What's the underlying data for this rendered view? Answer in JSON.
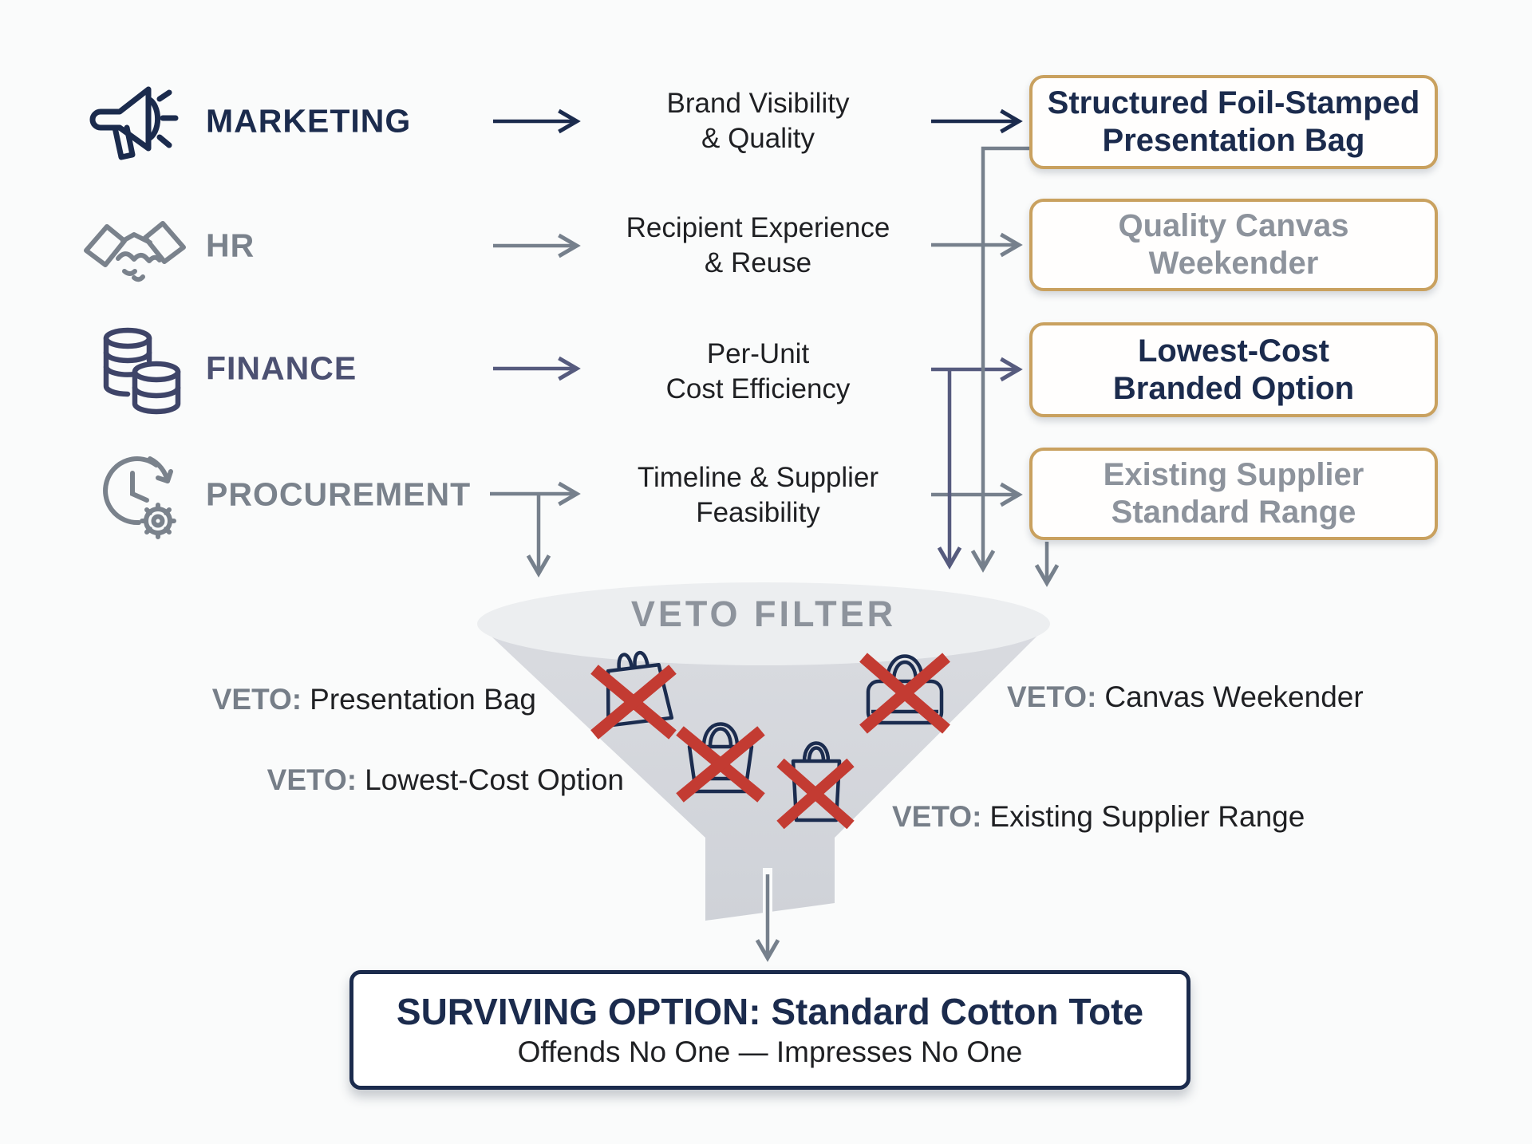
{
  "departments": {
    "0": {
      "name": "MARKETING",
      "icon": "megaphone-icon",
      "priority_line1": "Brand Visibility",
      "priority_line2": "& Quality",
      "option_line1": "Structured Foil-Stamped",
      "option_line2": "Presentation Bag"
    },
    "1": {
      "name": "HR",
      "icon": "handshake-icon",
      "priority_line1": "Recipient Experience",
      "priority_line2": "& Reuse",
      "option_line1": "Quality Canvas",
      "option_line2": "Weekender"
    },
    "2": {
      "name": "FINANCE",
      "icon": "coins-icon",
      "priority_line1": "Per-Unit",
      "priority_line2": "Cost Efficiency",
      "option_line1": "Lowest-Cost",
      "option_line2": "Branded Option"
    },
    "3": {
      "name": "PROCUREMENT",
      "icon": "clock-gear-icon",
      "priority_line1": "Timeline & Supplier",
      "priority_line2": "Feasibility",
      "option_line1": "Existing Supplier",
      "option_line2": "Standard Range"
    }
  },
  "funnel": {
    "title": "VETO FILTER"
  },
  "vetoes": {
    "left_top": {
      "prefix": "VETO:",
      "text": "Presentation Bag"
    },
    "right_top": {
      "prefix": "VETO:",
      "text": "Canvas Weekender"
    },
    "left_bottom": {
      "prefix": "VETO:",
      "text": "Lowest-Cost Option"
    },
    "right_bottom": {
      "prefix": "VETO:",
      "text": "Existing Supplier Range"
    }
  },
  "result": {
    "title": "SURVIVING OPTION: Standard Cotton Tote",
    "subtitle": "Offends No One — Impresses No One"
  },
  "colors": {
    "navy": "#1b2b4d",
    "slate": "#4c5172",
    "gray": "#7a828c",
    "gold_border": "#c9a15f",
    "funnel_body": "#d5d8dd",
    "funnel_top": "#eceef0",
    "veto_red": "#c33b32",
    "background": "#fafbfb"
  }
}
